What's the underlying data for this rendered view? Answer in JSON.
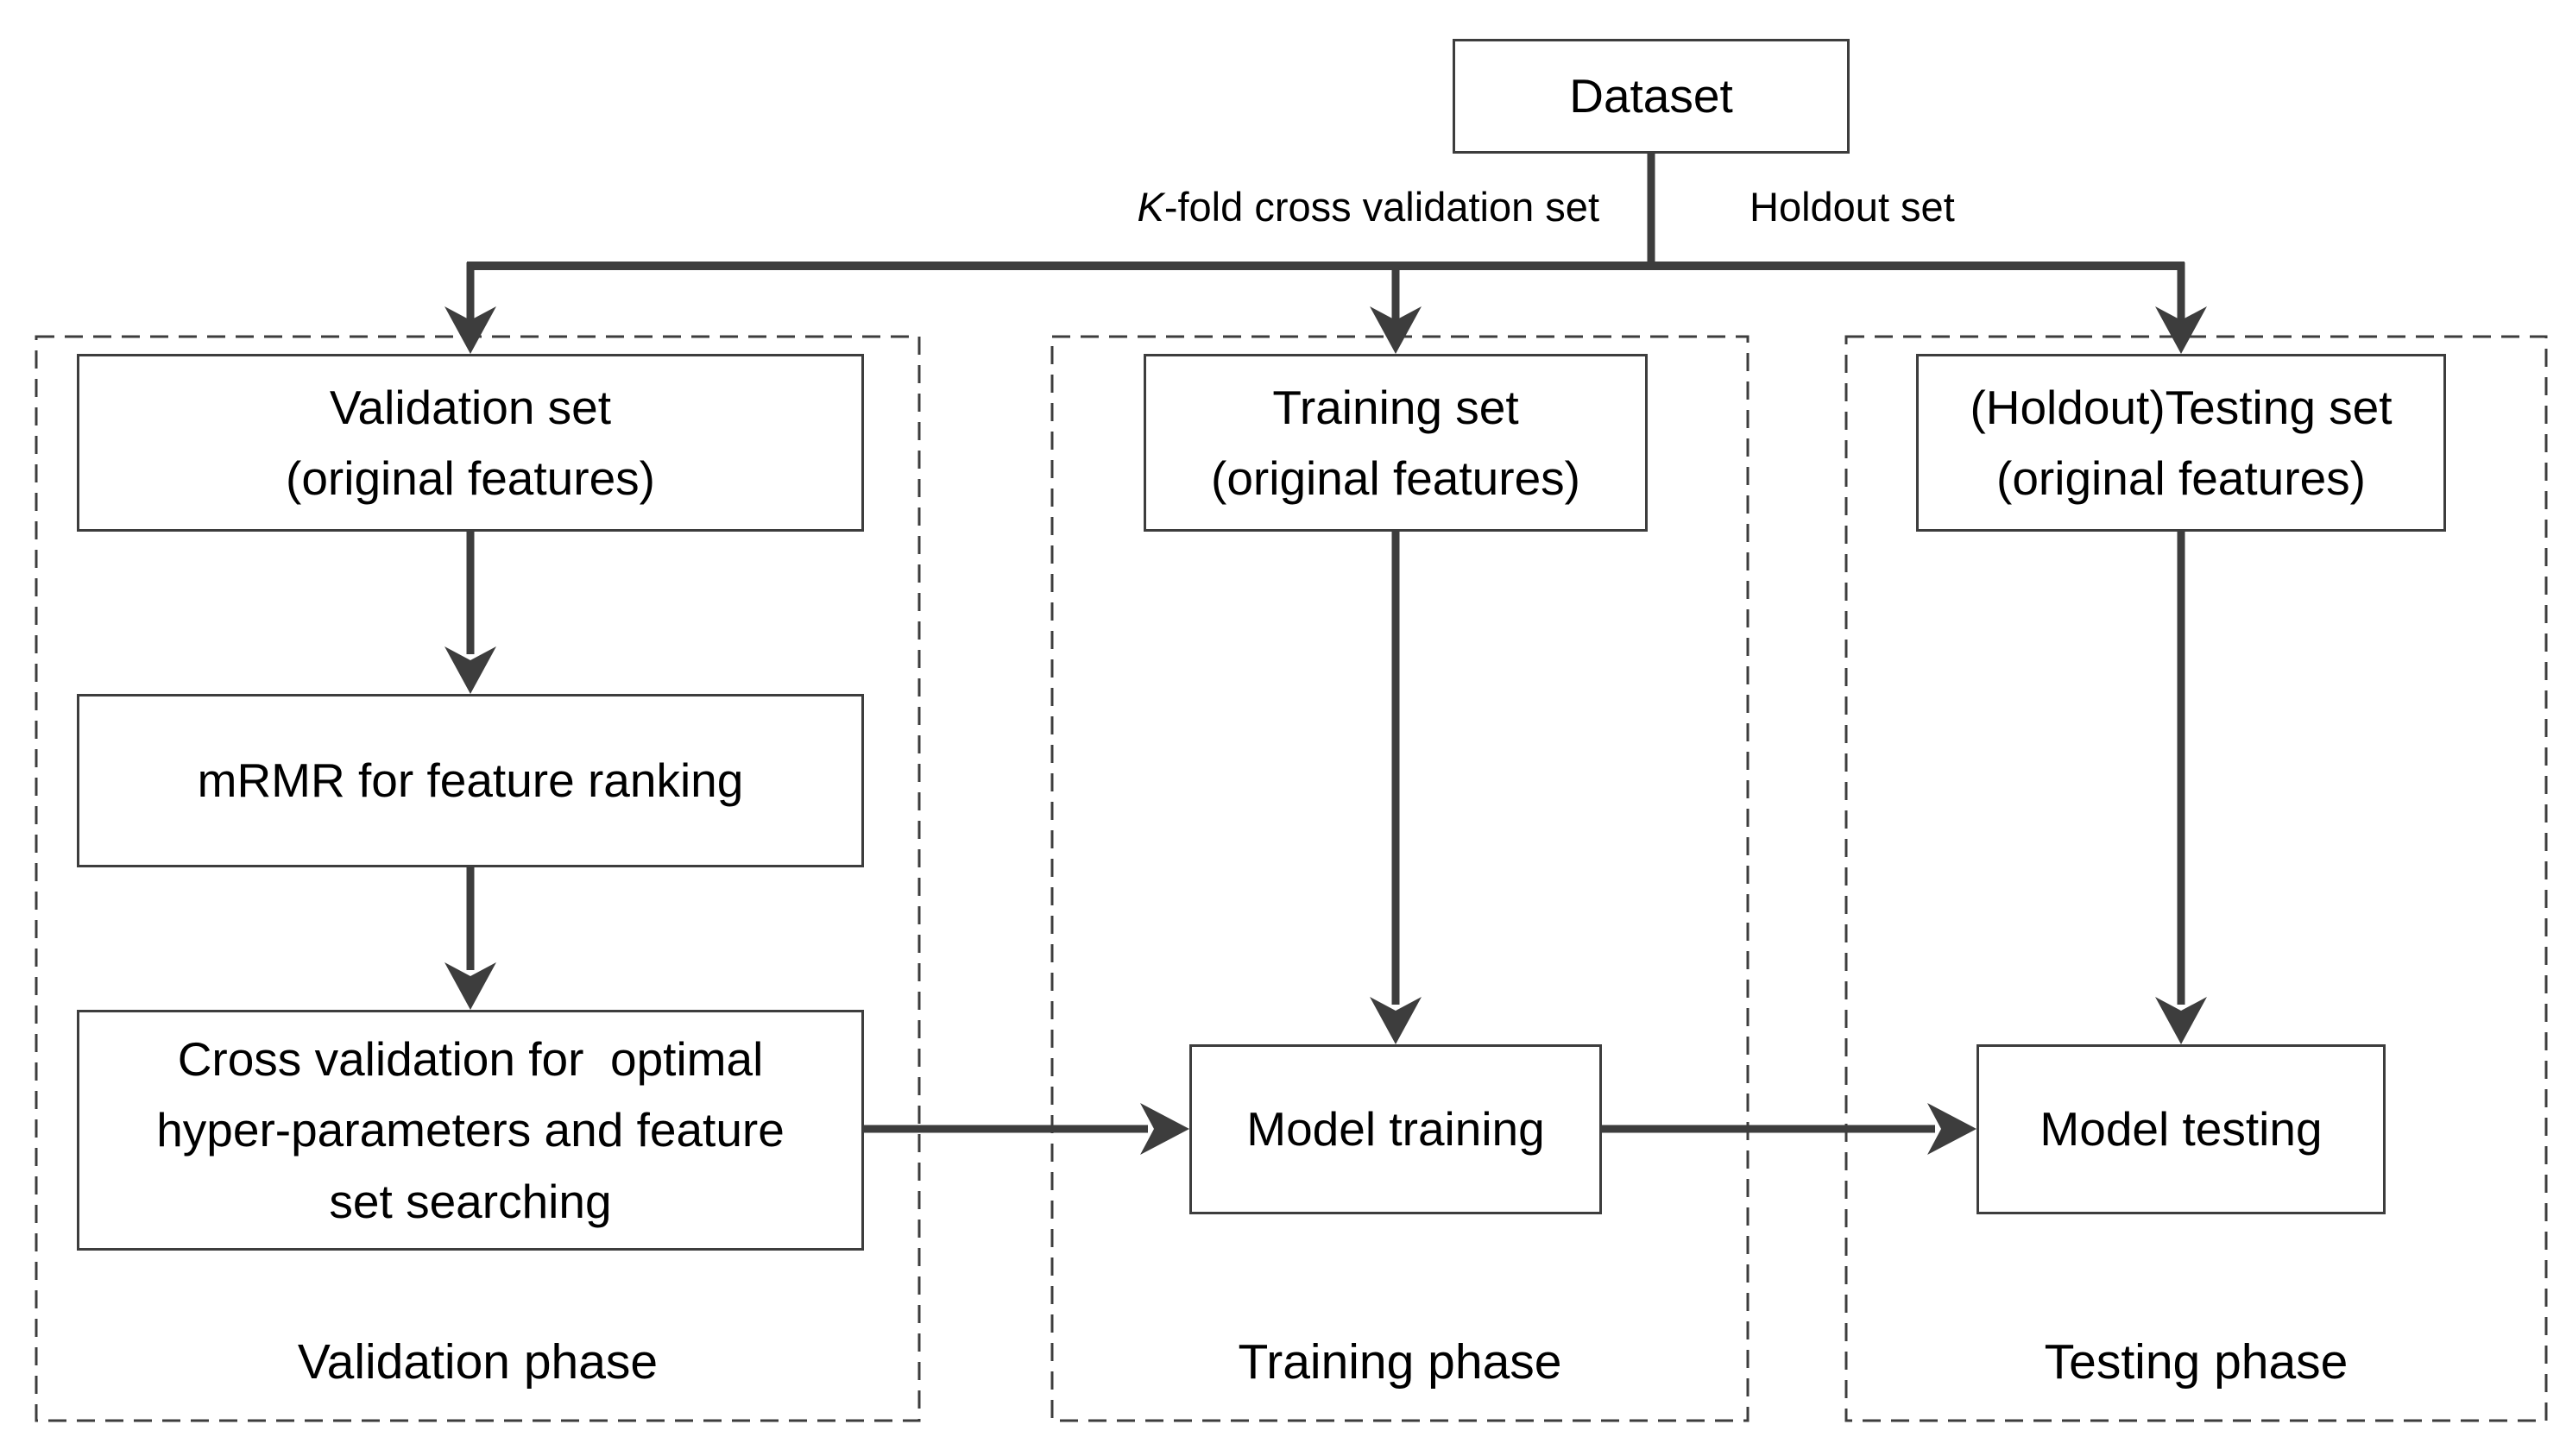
{
  "dataset": {
    "label": "Dataset"
  },
  "branches": {
    "kfold_prefix": "K",
    "kfold_suffix": "-fold cross validation set",
    "holdout": "Holdout set"
  },
  "validation_phase": {
    "label": "Validation phase",
    "validation_set": {
      "line1": "Validation set",
      "line2": "(original features)"
    },
    "mrmr": {
      "label": "mRMR for feature ranking"
    },
    "cross_validation": {
      "line1": "Cross validation for  optimal",
      "line2": "hyper-parameters and feature",
      "line3": "set searching"
    }
  },
  "training_phase": {
    "label": "Training phase",
    "training_set": {
      "line1": "Training set",
      "line2": "(original features)"
    },
    "model_training": {
      "label": "Model training"
    }
  },
  "testing_phase": {
    "label": "Testing phase",
    "testing_set": {
      "line1": "(Holdout)Testing set",
      "line2": "(original features)"
    },
    "model_testing": {
      "label": "Model testing"
    }
  },
  "colors": {
    "line": "#3d3d3d",
    "text": "#000000",
    "background": "#ffffff"
  }
}
